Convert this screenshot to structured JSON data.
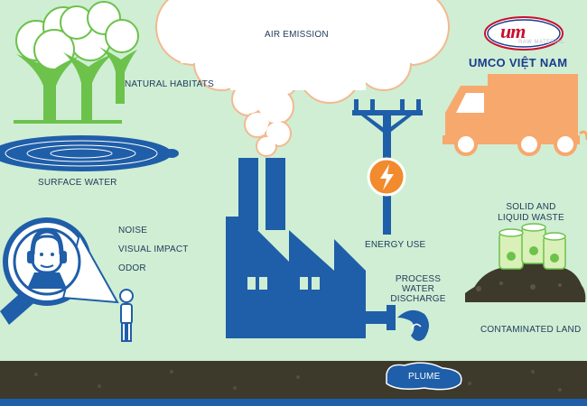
{
  "labels": {
    "air_emission": "AIR EMISSION",
    "natural_habitats": "NATURAL HABITATS",
    "surface_water": "SURFACE WATER",
    "noise": "NOISE",
    "visual_impact": "VISUAL IMPACT",
    "odor": "ODOR",
    "energy_use": "ENERGY USE",
    "process_water_line1": "PROCESS",
    "process_water_line2": "WATER",
    "process_water_line3": "DISCHARGE",
    "solid_waste_line1": "SOLID AND",
    "solid_waste_line2": "LIQUID WASTE",
    "contaminated_land": "CONTAMINATED LAND",
    "plume": "PLUME"
  },
  "brand": {
    "logo": "um",
    "tagline": "RAW MATERIAL",
    "name": "UMCO VIỆT NAM"
  },
  "colors": {
    "background": "#cfeed4",
    "factory_blue": "#1f5ea8",
    "tree_green": "#6cc24a",
    "truck_orange": "#f7a86d",
    "energy_orange": "#f28a2e",
    "soil_dark": "#3d3a2c",
    "brand_red": "#c8102e",
    "brand_blue": "#1b3c8c"
  },
  "icons": [
    "cloud-icon",
    "tree-icon",
    "lake-icon",
    "person-head-icon",
    "person-icon",
    "power-pole-icon",
    "lightning-icon",
    "truck-icon",
    "barrel-icon",
    "factory-icon",
    "water-swirl-icon"
  ]
}
